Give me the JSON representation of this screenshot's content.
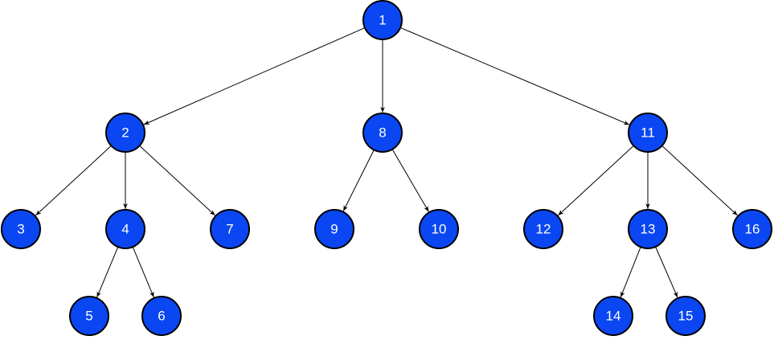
{
  "colors": {
    "node_fill": "#0a47f2",
    "node_stroke": "#000000",
    "edge": "#000000",
    "label": "#ffffff"
  },
  "nodes": [
    {
      "id": "1",
      "label": "1"
    },
    {
      "id": "2",
      "label": "2"
    },
    {
      "id": "3",
      "label": "3"
    },
    {
      "id": "4",
      "label": "4"
    },
    {
      "id": "5",
      "label": "5"
    },
    {
      "id": "6",
      "label": "6"
    },
    {
      "id": "7",
      "label": "7"
    },
    {
      "id": "8",
      "label": "8"
    },
    {
      "id": "9",
      "label": "9"
    },
    {
      "id": "10",
      "label": "10"
    },
    {
      "id": "11",
      "label": "11"
    },
    {
      "id": "12",
      "label": "12"
    },
    {
      "id": "13",
      "label": "13"
    },
    {
      "id": "14",
      "label": "14"
    },
    {
      "id": "15",
      "label": "15"
    },
    {
      "id": "16",
      "label": "16"
    }
  ],
  "edges": [
    {
      "from": "1",
      "to": "2"
    },
    {
      "from": "1",
      "to": "8"
    },
    {
      "from": "1",
      "to": "11"
    },
    {
      "from": "2",
      "to": "3"
    },
    {
      "from": "2",
      "to": "4"
    },
    {
      "from": "2",
      "to": "7"
    },
    {
      "from": "4",
      "to": "5"
    },
    {
      "from": "4",
      "to": "6"
    },
    {
      "from": "8",
      "to": "9"
    },
    {
      "from": "8",
      "to": "10"
    },
    {
      "from": "11",
      "to": "12"
    },
    {
      "from": "11",
      "to": "13"
    },
    {
      "from": "11",
      "to": "16"
    },
    {
      "from": "13",
      "to": "14"
    },
    {
      "from": "13",
      "to": "15"
    }
  ]
}
